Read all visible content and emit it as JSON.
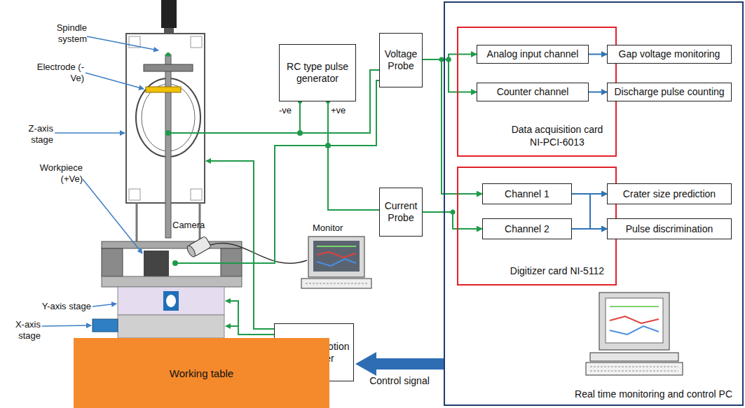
{
  "diagram": {
    "nodes": [
      {
        "text": [
          "RC type pulse generator"
        ]
      },
      {
        "text": [
          "Voltage Probe"
        ]
      },
      {
        "text": [
          "Real time monitoring and control PC"
        ]
      },
      {
        "text": [
          "Data acquisition card NI-PCI-6013"
        ],
        "in": 2
      },
      {
        "text": [
          "Analog input channel"
        ],
        "in": 3
      },
      {
        "text": [
          "Counter channel"
        ],
        "in": 3
      },
      {
        "text": [
          "Gap voltage monitoring"
        ],
        "in": 2
      },
      {
        "text": [
          "Discharge pulse counting"
        ],
        "in": 2
      },
      {
        "text": [
          "Current Probe"
        ]
      },
      {
        "text": [
          "Digitizer card NI-5112"
        ],
        "in": 2
      },
      {
        "text": [
          "Channel 1"
        ],
        "in": 9
      },
      {
        "text": [
          "Channel 2"
        ],
        "in": 9
      },
      {
        "text": [
          "Crater size prediction"
        ],
        "in": 2
      },
      {
        "text": [
          "Pulse discrimination"
        ],
        "in": 2
      },
      {
        "text": [
          "ESP 300 motion controller"
        ]
      },
      {
        "text": [
          "Working table"
        ]
      }
    ],
    "edges": [
      {
        "from": 1,
        "to": 4,
        "arrow": "to"
      },
      {
        "from": 1,
        "to": 5,
        "arrow": "to"
      },
      {
        "from": 1,
        "to": 10,
        "arrow": "to"
      },
      {
        "from": 8,
        "to": 11,
        "arrow": "to"
      },
      {
        "from": 4,
        "to": 6,
        "arrow": "to"
      },
      {
        "from": 5,
        "to": 7,
        "arrow": "to"
      },
      {
        "from": 10,
        "to": 12,
        "arrow": "to"
      },
      {
        "from": 10,
        "to": 13,
        "arrow": "to"
      },
      {
        "from": 11,
        "to": 12,
        "arrow": "to"
      },
      {
        "from": 11,
        "to": 13,
        "arrow": "to"
      },
      {
        "from": 2,
        "to": 14,
        "label": "Control signal",
        "arrow": "to"
      }
    ],
    "labels": [
      "Spindle system",
      "Electrode (-Ve)",
      "Z-axis stage",
      "Workpiece (+Ve)",
      "Camera",
      "Monitor",
      "Y-axis stage",
      "X-axis stage",
      "-ve",
      "+ve"
    ]
  }
}
